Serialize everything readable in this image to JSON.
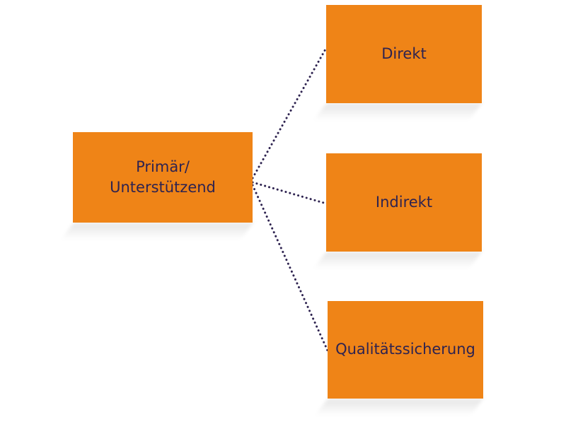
{
  "diagram": {
    "root": {
      "label": "Primär/\nUnterstützend"
    },
    "children": [
      {
        "label": "Direkt"
      },
      {
        "label": "Indirekt"
      },
      {
        "label": "Qualitätssicherung"
      }
    ],
    "colors": {
      "box_fill": "#ef8417",
      "text": "#2e2350",
      "connector": "#2e2350"
    },
    "connector_style": "dotted"
  }
}
